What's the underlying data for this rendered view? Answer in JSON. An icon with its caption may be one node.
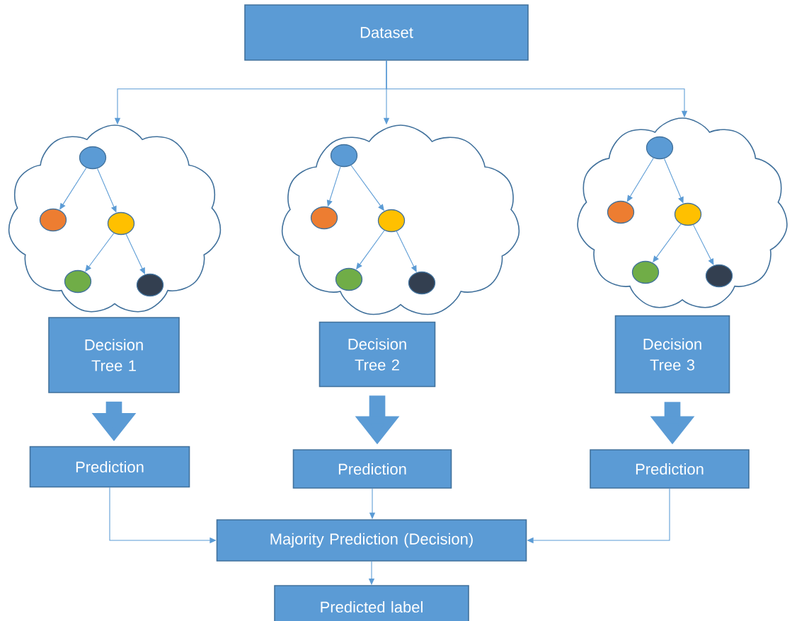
{
  "diagram": {
    "nodes": [
      {
        "text": [
          "Dataset"
        ]
      },
      {
        "text": [],
        "shape": "cloud"
      },
      {
        "text": [],
        "shape": "circle",
        "in": 1
      },
      {
        "text": [],
        "shape": "circle",
        "in": 1
      },
      {
        "text": [],
        "shape": "circle",
        "in": 1
      },
      {
        "text": [],
        "shape": "circle",
        "in": 1
      },
      {
        "text": [],
        "shape": "circle",
        "in": 1
      },
      {
        "text": [
          "Decision Tree 1"
        ]
      },
      {
        "text": [],
        "shape": "cloud"
      },
      {
        "text": [],
        "shape": "circle",
        "in": 8
      },
      {
        "text": [],
        "shape": "circle",
        "in": 8
      },
      {
        "text": [],
        "shape": "circle",
        "in": 8
      },
      {
        "text": [],
        "shape": "circle",
        "in": 8
      },
      {
        "text": [],
        "shape": "circle",
        "in": 8
      },
      {
        "text": [
          "Decision Tree 2"
        ]
      },
      {
        "text": [],
        "shape": "cloud"
      },
      {
        "text": [],
        "shape": "circle",
        "in": 15
      },
      {
        "text": [],
        "shape": "circle",
        "in": 15
      },
      {
        "text": [],
        "shape": "circle",
        "in": 15
      },
      {
        "text": [],
        "shape": "circle",
        "in": 15
      },
      {
        "text": [],
        "shape": "circle",
        "in": 15
      },
      {
        "text": [
          "Decision Tree 3"
        ]
      },
      {
        "text": [
          "Prediction"
        ]
      },
      {
        "text": [
          "Prediction"
        ]
      },
      {
        "text": [
          "Prediction"
        ]
      },
      {
        "text": [
          "Majority Prediction (Decision)"
        ]
      },
      {
        "text": [
          "Predicted label"
        ]
      }
    ],
    "edges": [
      {
        "from": 0,
        "to": 1,
        "arrow": "to"
      },
      {
        "from": 0,
        "to": 8,
        "arrow": "to"
      },
      {
        "from": 0,
        "to": 15,
        "arrow": "to"
      },
      {
        "from": 2,
        "to": 3,
        "arrow": "to"
      },
      {
        "from": 2,
        "to": 4,
        "arrow": "to"
      },
      {
        "from": 4,
        "to": 5,
        "arrow": "to"
      },
      {
        "from": 4,
        "to": 6,
        "arrow": "to"
      },
      {
        "from": 9,
        "to": 10,
        "arrow": "to"
      },
      {
        "from": 9,
        "to": 11,
        "arrow": "to"
      },
      {
        "from": 11,
        "to": 12,
        "arrow": "to"
      },
      {
        "from": 11,
        "to": 13,
        "arrow": "to"
      },
      {
        "from": 16,
        "to": 17,
        "arrow": "to"
      },
      {
        "from": 16,
        "to": 18,
        "arrow": "to"
      },
      {
        "from": 18,
        "to": 19,
        "arrow": "to"
      },
      {
        "from": 18,
        "to": 20,
        "arrow": "to"
      },
      {
        "from": 7,
        "to": 22,
        "arrow": "to",
        "style": "thick"
      },
      {
        "from": 14,
        "to": 23,
        "arrow": "to",
        "style": "thick"
      },
      {
        "from": 21,
        "to": 24,
        "arrow": "to",
        "style": "thick"
      },
      {
        "from": 22,
        "to": 25,
        "arrow": "to"
      },
      {
        "from": 23,
        "to": 25,
        "arrow": "to"
      },
      {
        "from": 24,
        "to": 25,
        "arrow": "to"
      },
      {
        "from": 25,
        "to": 26,
        "arrow": "to"
      }
    ]
  }
}
